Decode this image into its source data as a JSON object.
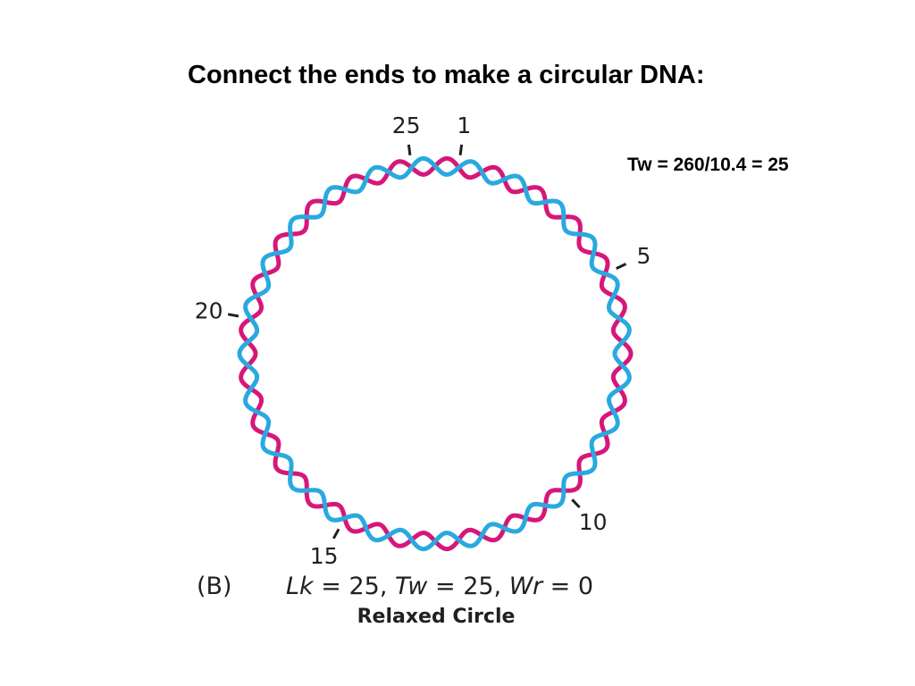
{
  "title": "Connect the ends to make a circular DNA:",
  "equation": "Tw = 260/10.4 = 25",
  "diagram": {
    "strand_colors": {
      "strand_a": "#d6177a",
      "strand_b": "#29a9e0"
    },
    "turns": 25,
    "markers": [
      {
        "label": "1",
        "position": 1
      },
      {
        "label": "5",
        "position": 5
      },
      {
        "label": "10",
        "position": 10
      },
      {
        "label": "15",
        "position": 15
      },
      {
        "label": "20",
        "position": 20
      },
      {
        "label": "25",
        "position": 25
      }
    ]
  },
  "caption": {
    "panel": "(B)",
    "lk_symbol": "Lk",
    "lk_value": "25",
    "tw_symbol": "Tw",
    "tw_value": "25",
    "wr_symbol": "Wr",
    "wr_value": "0",
    "subtitle": "Relaxed Circle"
  }
}
